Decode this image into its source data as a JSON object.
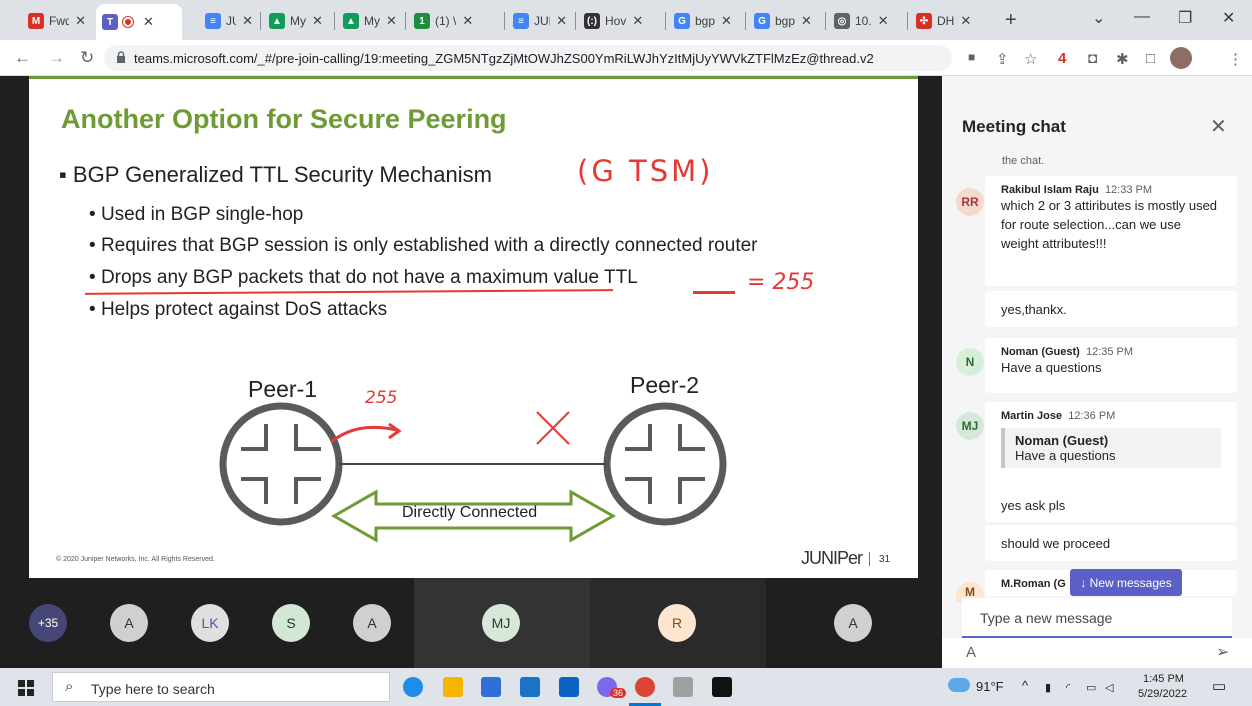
{
  "browser": {
    "tabs": [
      {
        "title": "Fwd",
        "fav": "M",
        "color": "#d93025"
      },
      {
        "title": "",
        "fav": "T",
        "color": "#5b5fc7"
      },
      {
        "title": "JUN",
        "fav": "≡",
        "color": "#4285f4"
      },
      {
        "title": "My",
        "fav": "▲",
        "color": "#0f9d58"
      },
      {
        "title": "My",
        "fav": "▲",
        "color": "#0f9d58"
      },
      {
        "title": "(1) \\",
        "fav": "1",
        "color": "#1e8e3e"
      },
      {
        "title": "JUN",
        "fav": "≡",
        "color": "#4285f4"
      },
      {
        "title": "Hov",
        "fav": "(:)",
        "color": "#333333"
      },
      {
        "title": "bgp",
        "fav": "G",
        "color": "#4285f4"
      },
      {
        "title": "bgp",
        "fav": "G",
        "color": "#4285f4"
      },
      {
        "title": "10.",
        "fav": "◎",
        "color": "#5f6368"
      },
      {
        "title": "DH",
        "fav": "✣",
        "color": "#d93025"
      }
    ],
    "url": "teams.microsoft.com/_#/pre-join-calling/19:meeting_ZGM5NTgzZjMtOWJhZS00YmRiLWJhYzItMjUyYWVkZTFlMzEz@thread.v2"
  },
  "slide": {
    "title": "Another Option for Secure Peering",
    "main_bullet": "BGP Generalized TTL Security Mechanism",
    "sub_bullets": [
      "Used in BGP single-hop",
      "Requires that BGP session is only established with a directly connected router",
      "Drops any BGP packets that do not have a maximum value TTL",
      "Helps protect against DoS attacks"
    ],
    "peer1": "Peer-1",
    "peer2": "Peer-2",
    "link_label": "Directly Connected",
    "copyright": "© 2020 Juniper Networks, Inc. All Rights Reserved.",
    "logo": "JUNIPer",
    "page": "31",
    "annotations": {
      "gtsm": "(G TSM)",
      "ttl": "= 255",
      "arrow": "255",
      "x": "X"
    }
  },
  "participants": [
    {
      "initials": "+35",
      "bg": "#464775",
      "fg": "#ffffff"
    },
    {
      "initials": "A",
      "bg": "#d2d0ce",
      "fg": "#333333"
    },
    {
      "initials": "LK",
      "bg": "#e1dfdd",
      "fg": "#4f52b2"
    },
    {
      "initials": "S",
      "bg": "#d2e8d4",
      "fg": "#333333"
    },
    {
      "initials": "A",
      "bg": "#d2d0ce",
      "fg": "#333333"
    },
    {
      "initials": "MJ",
      "bg": "#d6e8d9",
      "fg": "#333333"
    },
    {
      "initials": "R",
      "bg": "#fde6cf",
      "fg": "#8a4b16"
    },
    {
      "initials": "A",
      "bg": "#d2d0ce",
      "fg": "#333333"
    }
  ],
  "chat": {
    "title": "Meeting chat",
    "top_fragment": "the chat.",
    "messages": [
      {
        "author": "Rakibul Islam Raju",
        "time": "12:33 PM",
        "initials": "RR",
        "text": "which 2 or 3 attiributes is mostly used for route selection...can we use weight attributes!!!"
      },
      {
        "author": "",
        "time": "",
        "initials": "",
        "text": "yes,thankx."
      },
      {
        "author": "Noman (Guest)",
        "time": "12:35 PM",
        "initials": "N",
        "text": "Have a questions"
      },
      {
        "author": "Martin Jose",
        "time": "12:36 PM",
        "initials": "MJ",
        "quote_author": "Noman (Guest)",
        "quote_text": "Have a questions"
      },
      {
        "author": "",
        "time": "",
        "initials": "",
        "text": "yes ask pls"
      },
      {
        "author": "",
        "time": "",
        "initials": "",
        "text": "should we proceed"
      },
      {
        "author": "M.Roman (G",
        "time": "",
        "initials": "M",
        "text": ""
      }
    ],
    "new_messages": "New messages",
    "compose_placeholder": "Type a new message"
  },
  "taskbar": {
    "search_placeholder": "Type here to search",
    "weather": "91°F",
    "time": "1:45 PM",
    "date": "5/29/2022",
    "badge": "36"
  }
}
